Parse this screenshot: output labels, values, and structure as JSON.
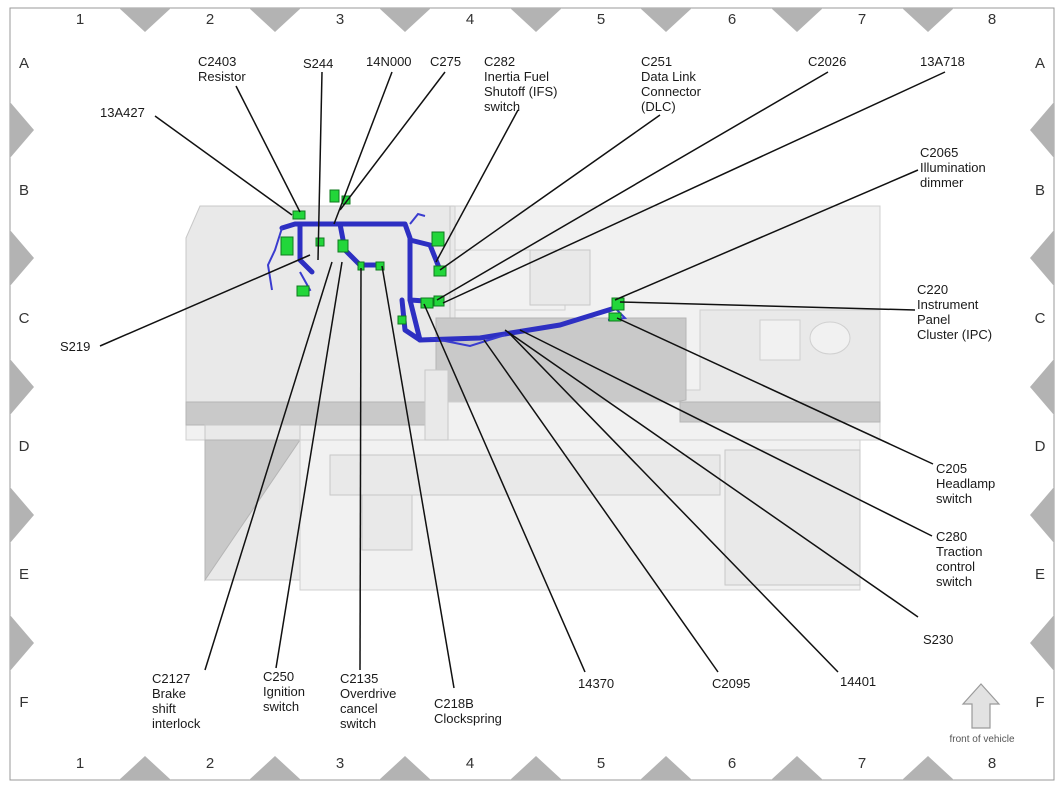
{
  "columns": [
    "1",
    "2",
    "3",
    "4",
    "5",
    "6",
    "7",
    "8"
  ],
  "rows": [
    "A",
    "B",
    "C",
    "D",
    "E",
    "F"
  ],
  "front_label": "front of vehicle",
  "callouts": [
    {
      "id": "c2403",
      "lines": [
        "C2403",
        "Resistor"
      ]
    },
    {
      "id": "s244",
      "lines": [
        "S244"
      ]
    },
    {
      "id": "14n000",
      "lines": [
        "14N000"
      ]
    },
    {
      "id": "c275",
      "lines": [
        "C275"
      ]
    },
    {
      "id": "c282",
      "lines": [
        "C282",
        "Inertia Fuel",
        "Shutoff (IFS)",
        "switch"
      ]
    },
    {
      "id": "c251",
      "lines": [
        "C251",
        "Data Link",
        "Connector",
        "(DLC)"
      ]
    },
    {
      "id": "c2026",
      "lines": [
        "C2026"
      ]
    },
    {
      "id": "13a718",
      "lines": [
        "13A718"
      ]
    },
    {
      "id": "13a427",
      "lines": [
        "13A427"
      ]
    },
    {
      "id": "c2065",
      "lines": [
        "C2065",
        "Illumination",
        "dimmer"
      ]
    },
    {
      "id": "c220",
      "lines": [
        "C220",
        "Instrument",
        "Panel",
        "Cluster (IPC)"
      ]
    },
    {
      "id": "s219",
      "lines": [
        "S219"
      ]
    },
    {
      "id": "c205",
      "lines": [
        "C205",
        "Headlamp",
        "switch"
      ]
    },
    {
      "id": "c280",
      "lines": [
        "C280",
        "Traction",
        "control",
        "switch"
      ]
    },
    {
      "id": "s230",
      "lines": [
        "S230"
      ]
    },
    {
      "id": "c2127",
      "lines": [
        "C2127",
        "Brake",
        "shift",
        "interlock"
      ]
    },
    {
      "id": "c250",
      "lines": [
        "C250",
        "Ignition",
        "switch"
      ]
    },
    {
      "id": "c2135",
      "lines": [
        "C2135",
        "Overdrive",
        "cancel",
        "switch"
      ]
    },
    {
      "id": "c218b",
      "lines": [
        "C218B",
        "Clockspring"
      ]
    },
    {
      "id": "14370",
      "lines": [
        "14370"
      ]
    },
    {
      "id": "c2095",
      "lines": [
        "C2095"
      ]
    },
    {
      "id": "14401",
      "lines": [
        "14401"
      ]
    }
  ],
  "colors": {
    "harness": "#2d2fc2",
    "connector": "#22d63a",
    "frame": "#b3b3b3"
  }
}
